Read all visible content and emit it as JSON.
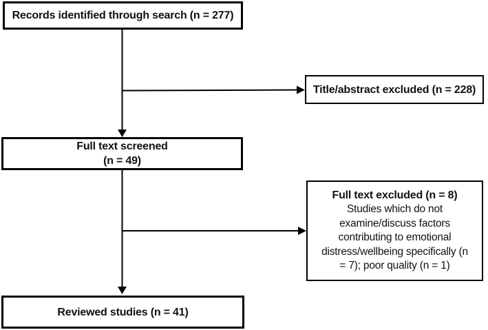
{
  "diagram": {
    "type": "flowchart",
    "nodes": {
      "records": {
        "label": "Records identified through search (n = 277)"
      },
      "title_abstract_excluded": {
        "label": "Title/abstract excluded (n = 228)"
      },
      "full_text_screened": {
        "line1": "Full text screened",
        "line2": "(n = 49)"
      },
      "full_text_excluded": {
        "heading": "Full text excluded (n = 8)",
        "body_lines": [
          "Studies which do not",
          "examine/discuss factors",
          "contributing to emotional",
          "distress/wellbeing specifically (n",
          "= 7); poor quality (n = 1)"
        ]
      },
      "reviewed": {
        "label": "Reviewed studies (n = 41)"
      }
    },
    "edges": [
      {
        "from": "records",
        "to": "full_text_screened"
      },
      {
        "from": "records",
        "to": "title_abstract_excluded"
      },
      {
        "from": "full_text_screened",
        "to": "reviewed"
      },
      {
        "from": "full_text_screened",
        "to": "full_text_excluded"
      }
    ],
    "colors": {
      "box_border": "#000000",
      "box_fill": "#ffffff",
      "arrow": "#000000",
      "text": "#111111",
      "page_background": "#ffffff"
    }
  }
}
